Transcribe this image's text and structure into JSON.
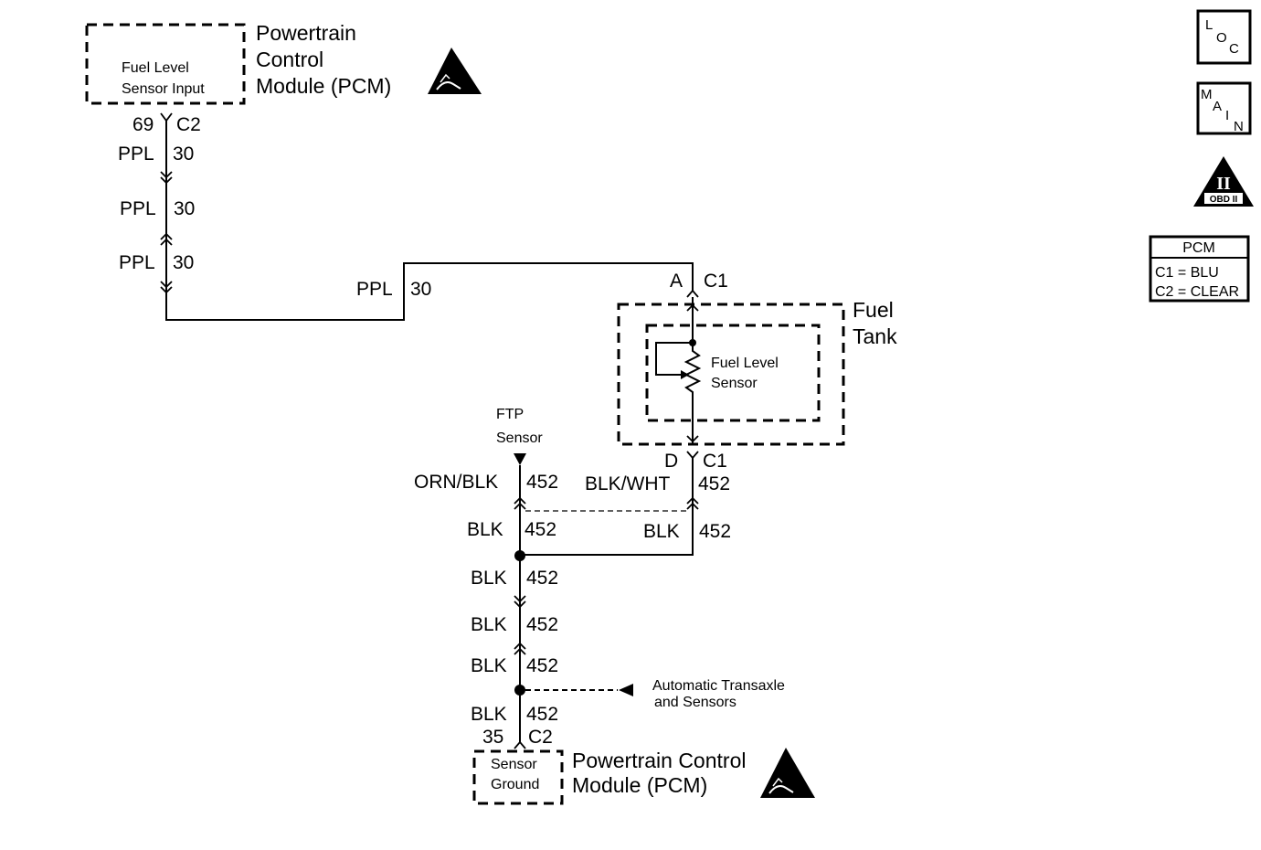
{
  "pcm_top": {
    "input_label_1": "Fuel Level",
    "input_label_2": "Sensor Input",
    "title_1": "Powertrain",
    "title_2": "Control",
    "title_3": "Module (PCM)",
    "pin": "69",
    "connector": "C2"
  },
  "ppl_wires": [
    {
      "color": "PPL",
      "circuit": "30"
    },
    {
      "color": "PPL",
      "circuit": "30"
    },
    {
      "color": "PPL",
      "circuit": "30"
    },
    {
      "color": "PPL",
      "circuit": "30"
    }
  ],
  "fuel_tank": {
    "title_1": "Fuel",
    "title_2": "Tank",
    "sensor_1": "Fuel Level",
    "sensor_2": "Sensor",
    "top_pin": "A",
    "top_connector": "C1",
    "bottom_pin": "D",
    "bottom_connector": "C1"
  },
  "ftp": {
    "label_1": "FTP",
    "label_2": "Sensor"
  },
  "ground_wires": {
    "orn_blk": {
      "color": "ORN/BLK",
      "circuit": "452"
    },
    "blk_wht": {
      "color": "BLK/WHT",
      "circuit": "452"
    },
    "left_blk": {
      "color": "BLK",
      "circuit": "452"
    },
    "right_blk": {
      "color": "BLK",
      "circuit": "452"
    },
    "blk_3": {
      "color": "BLK",
      "circuit": "452"
    },
    "blk_4": {
      "color": "BLK",
      "circuit": "452"
    },
    "blk_5": {
      "color": "BLK",
      "circuit": "452"
    },
    "blk_6": {
      "color": "BLK",
      "circuit": "452"
    }
  },
  "transaxle": {
    "label_1": "Automatic Transaxle",
    "label_2": "and Sensors"
  },
  "pcm_bottom": {
    "pin": "35",
    "connector": "C2",
    "ground_1": "Sensor",
    "ground_2": "Ground",
    "title_1": "Powertrain Control",
    "title_2": "Module (PCM)"
  },
  "sidebar": {
    "loc": [
      "L",
      "O",
      "C"
    ],
    "main": [
      "M",
      "A",
      "I",
      "N"
    ],
    "obd_numeral": "II",
    "obd_text": "OBD II",
    "pcm_table_header": "PCM",
    "pcm_table_row1": "C1 = BLU",
    "pcm_table_row2": "C2 = CLEAR"
  }
}
